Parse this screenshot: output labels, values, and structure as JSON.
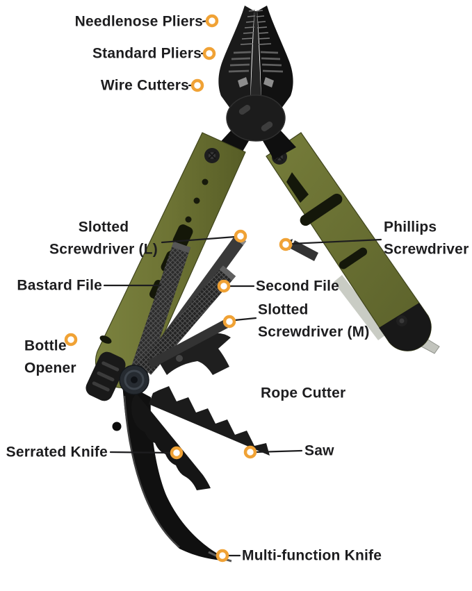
{
  "figure": {
    "type": "annotated-product-diagram",
    "subject": "multi-tool pliers",
    "labels": {
      "needlenose_pliers": "Needlenose Pliers",
      "standard_pliers": "Standard Pliers",
      "wire_cutters": "Wire Cutters",
      "slotted_screwdriver_l": "Slotted Screwdriver (L)",
      "phillips_screwdriver": "Phillips Screwdriver",
      "bastard_file": "Bastard File",
      "second_file": "Second File",
      "slotted_screwdriver_m": "Slotted Screwdriver (M)",
      "bottle_opener": "Bottle Opener",
      "rope_cutter": "Rope Cutter",
      "serrated_knife": "Serrated Knife",
      "saw": "Saw",
      "multi_function_knife": "Multi-function Knife"
    },
    "colors": {
      "background": "#ffffff",
      "label_text": "#1d1d1f",
      "callout_line": "#1d1d1f",
      "marker_ring": "#f0a235",
      "marker_center": "#ffffff",
      "handle_olive": "#6d7334",
      "tool_black": "#161616",
      "steel_accent": "#c6c9c2"
    }
  }
}
